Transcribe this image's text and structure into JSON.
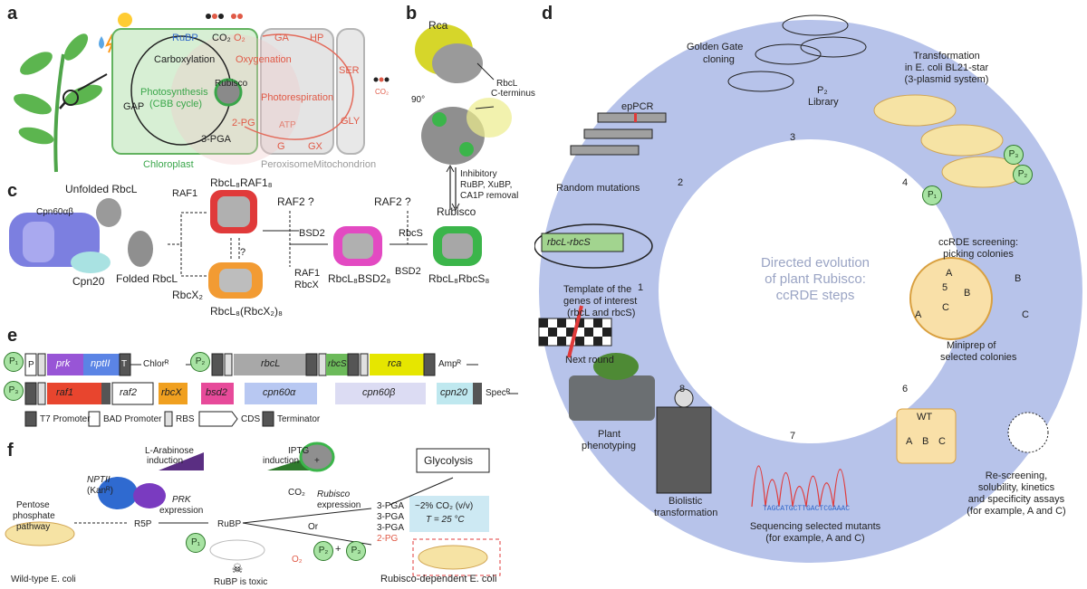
{
  "panels": {
    "a": "a",
    "b": "b",
    "c": "c",
    "d": "d",
    "e": "e",
    "f": "f"
  },
  "a": {
    "rubp": "RuBP",
    "co2": "CO₂",
    "o2": "O₂",
    "carboxylation": "Carboxylation",
    "oxygenation": "Oxygenation",
    "photosynthesis": "Photosynthesis",
    "cbb": "(CBB cycle)",
    "rubisco": "Rubisco",
    "photorespiration": "Photorespiration",
    "gap": "GAP",
    "pga": "3-PGA",
    "pg2": "2-PG",
    "atp": "ATP",
    "ga": "GA",
    "hp": "HP",
    "ser": "SER",
    "gly": "GLY",
    "g": "G",
    "gx": "GX",
    "co2_small": "CO₂",
    "chloroplast": "Chloroplast",
    "peroxisome": "Peroxisome",
    "mitochondrion": "Mitochondrion"
  },
  "b": {
    "rca": "Rca",
    "rbcl": "RbcL",
    "cterm": "C-terminus",
    "rot": "90°",
    "inhibitory": "Inhibitory",
    "inh2": "RuBP, XuBP,",
    "inh3": "CA1P removal",
    "rubisco": "Rubisco"
  },
  "c": {
    "unfolded": "Unfolded RbcL",
    "cpn60": "Cpn60αβ",
    "cpn20": "Cpn20",
    "folded": "Folded RbcL",
    "rbcx2": "RbcX₂",
    "raf1": "RAF1",
    "raf1_complex": "RbcL₈RAF1₈",
    "raf2q": "RAF2 ?",
    "raf2q2": "RAF2 ?",
    "bsd2": "BSD2",
    "q": "?",
    "rbcx_complex": "RbcL₈(RbcX₂)₈",
    "raf1b": "RAF1",
    "rbcx": "RbcX",
    "bsd2_complex": "RbcL₈BSD2₈",
    "rbcs": "RbcS",
    "bsd2b": "BSD2",
    "final": "RbcL₈RbcS₈"
  },
  "d": {
    "center1": "Directed evolution",
    "center2": "of plant Rubisco:",
    "center3": "ccRDE steps",
    "golden": "Golden Gate",
    "golden2": "cloning",
    "p2lib": "P₂",
    "p2lib2": "Library",
    "transform1": "Transformation",
    "transform2": "in E. coli BL21-star",
    "transform3": "(3-plasmid system)",
    "epcr": "epPCR",
    "random": "Random mutations",
    "template_lbl": "rbcL-rbcS",
    "tmpl1": "Template of the",
    "tmpl2": "genes of interest",
    "tmpl3": "(rbcL and rbcS)",
    "screen1": "ccRDE screening:",
    "screen2": "picking colonies",
    "mini1": "Miniprep of",
    "mini2": "selected colonies",
    "colA": "A",
    "colB": "B",
    "colC": "C",
    "tubeA": "A",
    "tubeB": "B",
    "tubeC": "C",
    "next": "Next round",
    "plant1": "Plant",
    "plant2": "phenotyping",
    "biol1": "Biolistic",
    "biol2": "transformation",
    "seq1": "Sequencing selected mutants",
    "seq2": "(for example, A and C)",
    "dna": "TAGCATGCTTGACTCGAAAC",
    "wt": "WT",
    "wa": "A",
    "wb": "B",
    "wc": "C",
    "rescreen1": "Re-screening,",
    "rescreen2": "solubility, kinetics",
    "rescreen3": "and specificity assays",
    "rescreen4": "(for example, A and C)",
    "steps": [
      "1",
      "2",
      "3",
      "4",
      "5",
      "6",
      "7",
      "8"
    ],
    "p1": "P₁",
    "p2": "P₂",
    "p3": "P₃"
  },
  "e": {
    "p1": "P₁",
    "p2": "P₂",
    "p3": "P₃",
    "p": "P",
    "prk": "prk",
    "nptii": "nptII",
    "t": "T",
    "chlor": "Chlorᴿ",
    "rbcl": "rbcL",
    "rbcs": "rbcS",
    "rca": "rca",
    "amp": "Ampᴿ",
    "raf1": "raf1",
    "raf2": "raf2",
    "rbcx": "rbcX",
    "bsd2": "bsd2",
    "cpn60a": "cpn60α",
    "cpn60b": "cpn60β",
    "cpn20": "cpn20",
    "spec": "Specᴿ",
    "leg_t7": "T7 Promoter",
    "leg_bad": "BAD Promoter",
    "leg_rbs": "RBS",
    "leg_cds": "CDS",
    "leg_term": "Terminator"
  },
  "f": {
    "ara1": "L-Arabinose",
    "ara2": "induction",
    "plus": "+",
    "nptii": "NPTII",
    "kan": "(Kanᴿ)",
    "prk1": "PRK",
    "prk2": "expression",
    "iptg1": "IPTG",
    "iptg2": "induction",
    "glycolysis": "Glycolysis",
    "co2": "CO₂",
    "rub1": "Rubisco",
    "rub2": "expression",
    "pentose1": "Pentose",
    "pentose2": "phosphate",
    "pentose3": "pathway",
    "r5p": "R5P",
    "rubp": "RuBP",
    "or": "Or",
    "pga1": "3-PGA",
    "pga2": "3-PGA",
    "pga3": "3-PGA",
    "pg2": "2-PG",
    "cond1": "~2% CO₂ (v/v)",
    "cond2": "T = 25 °C",
    "o2": "O₂",
    "p1": "P₁",
    "p2": "P₂",
    "p3": "P₃",
    "plus2": "+",
    "wild": "Wild-type E. coli",
    "toxic": "RuBP is toxic",
    "dep": "Rubisco-dependent E. coli"
  },
  "colors": {
    "chloroplast": "#d7efd4",
    "chloroplast_border": "#62b25f",
    "peroxisome": "#e4e4e4",
    "ring": "#b7c3ea",
    "ring_inner": "#d6dcf3",
    "green_leaf": "#5cb54f",
    "red_arrow": "#e36a5a",
    "promoter": "#a8e3a3"
  }
}
